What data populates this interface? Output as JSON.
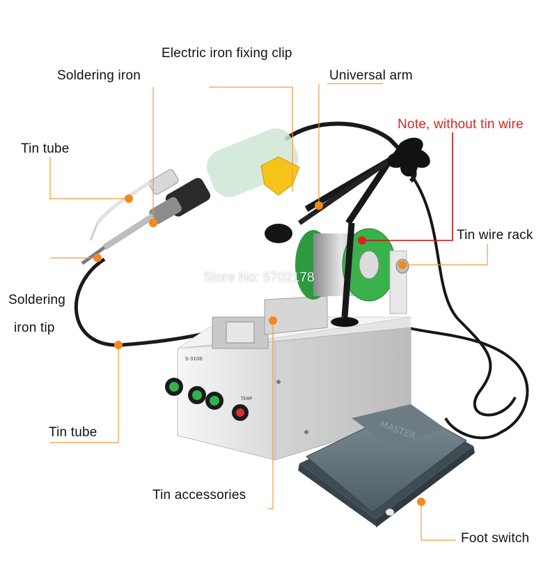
{
  "labels": {
    "clip": "Electric iron fixing clip",
    "soldering_iron": "Soldering iron",
    "universal_arm": "Universal arm",
    "note": "Note, without tin wire",
    "tin_tube_top": "Tin tube",
    "tin_wire_rack": "Tin wire rack",
    "soldering_tip_line1": "Soldering",
    "soldering_tip_line2": "iron tip",
    "tin_tube_bottom": "Tin tube",
    "tin_accessories": "Tin accessories",
    "foot_switch": "Foot switch"
  },
  "watermark": "Store No: 5702178",
  "panel": {
    "model": "S-3100",
    "temp": "TEMP"
  },
  "pedal_text": "MASTER",
  "colors": {
    "leader_line": "#f39a3c",
    "note_text": "#e0201e",
    "note_line": "#c81010",
    "dot": "#f28a1a",
    "machine_body": "#eeeeee",
    "pedal": "#5f7078",
    "spool_green": "#3aa848",
    "knob_yellow": "#f4c81a"
  },
  "icons": [
    "leader-dot",
    "knob-green",
    "knob-red",
    "wing-nut",
    "tin-spool"
  ]
}
